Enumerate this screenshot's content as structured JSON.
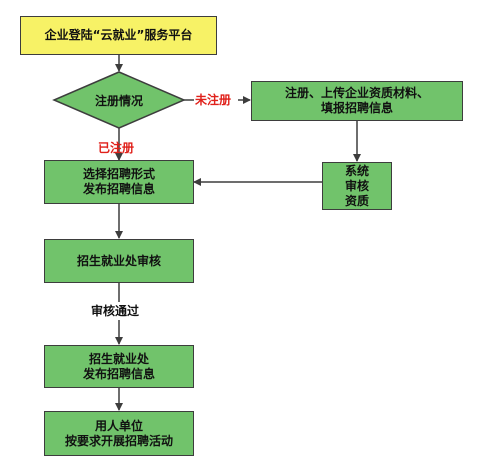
{
  "nodes": {
    "start": "企业登陆“云就业”服务平台",
    "decision": "注册情况",
    "register": "注册、上传企业资质材料、\n填报招聘信息",
    "review_qual": "系统\n审核\n资质",
    "choose": "选择招聘形式\n发布招聘信息",
    "office_review": "招生就业处审核",
    "office_publish": "招生就业处\n发布招聘信息",
    "employer": "用人单位\n按要求开展招聘活动"
  },
  "edges": {
    "not_registered": "未注册",
    "registered": "已注册",
    "approved": "审核通过"
  },
  "colors": {
    "box_fill": "#71c36b",
    "start_fill": "#f7f266",
    "border": "#3d3d3d",
    "arrow": "#3d3d3d",
    "label_red": "#e0201a"
  }
}
